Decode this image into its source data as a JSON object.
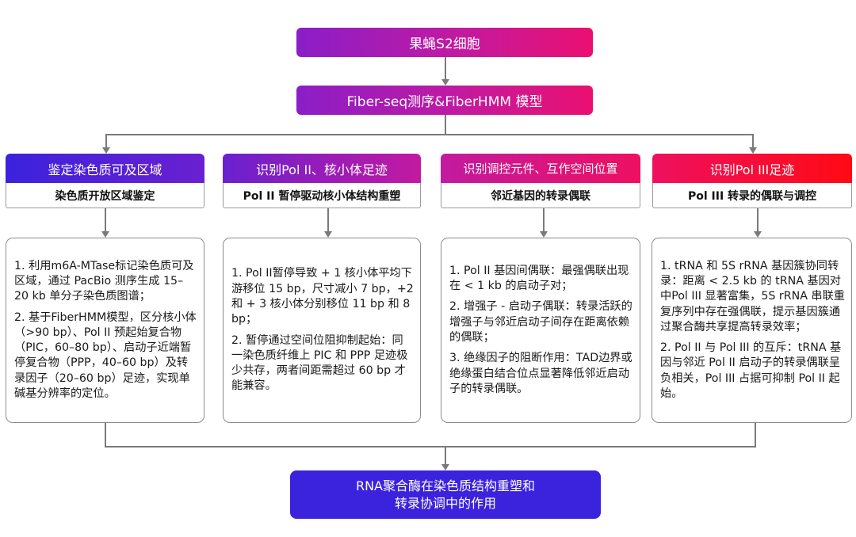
{
  "colors": {
    "connector": "#7a7a7a",
    "top_gradient": [
      "#8a1ec8",
      "#ea1070"
    ],
    "col1_gradient": [
      "#3b22dd",
      "#6a20d0"
    ],
    "col2_gradient": [
      "#6a20d0",
      "#c21aa0"
    ],
    "col3_gradient": [
      "#c21aa0",
      "#ee1060"
    ],
    "col4_gradient": [
      "#ee1060",
      "#ff0a14"
    ],
    "final": "#3b22dd"
  },
  "top": {
    "title": "果蝇S2细胞",
    "method": "Fiber-seq测序&FiberHMM 模型"
  },
  "columns": [
    {
      "header": "鉴定染色质可及区域",
      "subtitle": "染色质开放区域鉴定",
      "points": [
        "1. 利用m6A-MTase标记染色质可及区域，通过 PacBio 测序生成 15–20 kb 单分子染色质图谱；",
        "2. 基于FiberHMM模型，区分核小体（>90 bp）、Pol II 预起始复合物（PIC，60–80 bp）、启动子近端暂停复合物（PPP，40–60 bp）及转录因子（20–60 bp）足迹，实现单碱基分辨率的定位。"
      ]
    },
    {
      "header": "识别Pol II、核小体足迹",
      "subtitle": "Pol II 暂停驱动核小体结构重塑",
      "points": [
        "1. Pol II暂停导致 + 1 核小体平均下游移位 15 bp，尺寸减小 7 bp，+2 和 + 3 核小体分别移位 11 bp 和 8 bp；",
        "2. 暂停通过空间位阻抑制起始：同一染色质纤维上 PIC 和 PPP 足迹极少共存，两者间距需超过 60 bp 才能兼容。"
      ]
    },
    {
      "header": "识别调控元件、互作空间位置",
      "subtitle": "邻近基因的转录偶联",
      "points": [
        "1. Pol II 基因间偶联：最强偶联出现在 < 1 kb 的启动子对；",
        "2. 增强子 - 启动子偶联：转录活跃的增强子与邻近启动子间存在距离依赖的偶联；",
        "3. 绝缘因子的阻断作用：TAD边界或绝缘蛋白结合位点显著降低邻近启动子的转录偶联。"
      ]
    },
    {
      "header": "识别Pol III足迹",
      "subtitle": "Pol III 转录的偶联与调控",
      "points": [
        "1. tRNA 和 5S rRNA 基因簇协同转录：距离 < 2.5 kb 的 tRNA 基因对中Pol III 显著富集，5S rRNA 串联重复序列中存在强偶联，提示基因簇通过聚合酶共享提高转录效率；",
        "2. Pol II 与 Pol III 的互斥：tRNA 基因与邻近 Pol II 启动子的转录偶联呈负相关，Pol III 占据可抑制 Pol II 起始。"
      ]
    }
  ],
  "final": {
    "line1": "RNA聚合酶在染色质结构重塑和",
    "line2": "转录协调中的作用"
  }
}
